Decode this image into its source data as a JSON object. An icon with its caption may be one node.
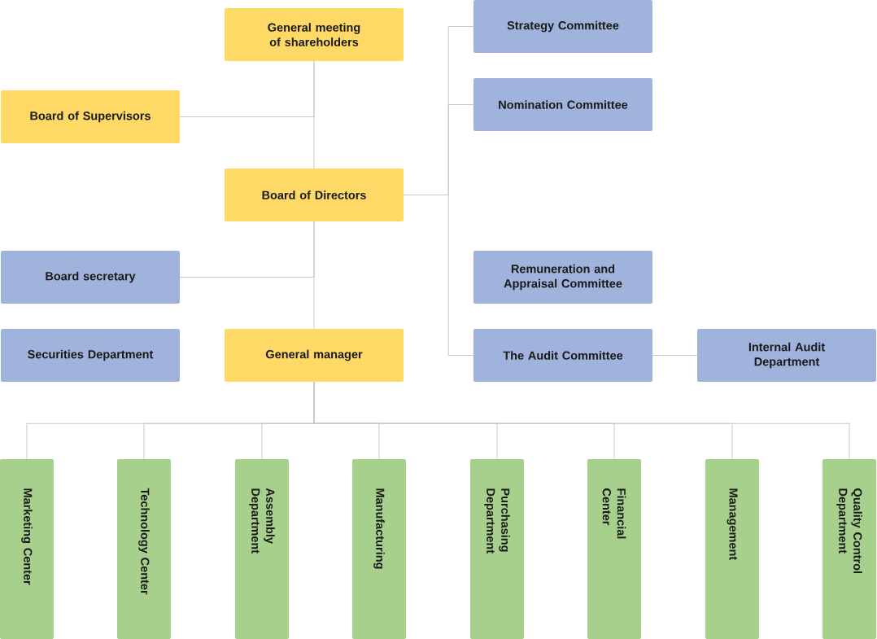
{
  "diagram": {
    "nodes": [
      {
        "text": [
          "General meeting of shareholders"
        ]
      },
      {
        "text": [
          "Board of Supervisors"
        ]
      },
      {
        "text": [
          "Board of Directors"
        ]
      },
      {
        "text": [
          "Board secretary"
        ]
      },
      {
        "text": [
          "Securities Department"
        ]
      },
      {
        "text": [
          "General manager"
        ]
      },
      {
        "text": [
          "Strategy Committee"
        ]
      },
      {
        "text": [
          "Nomination Committee"
        ]
      },
      {
        "text": [
          "Remuneration and Appraisal Committee"
        ]
      },
      {
        "text": [
          "The Audit Committee"
        ]
      },
      {
        "text": [
          "Internal Audit Department"
        ]
      },
      {
        "text": [
          "Marketing Center"
        ]
      },
      {
        "text": [
          "Technology Center"
        ]
      },
      {
        "text": [
          "Assembly Department"
        ]
      },
      {
        "text": [
          "Manufacturing"
        ]
      },
      {
        "text": [
          "Purchasing Department"
        ]
      },
      {
        "text": [
          "Financial Center"
        ]
      },
      {
        "text": [
          "Management"
        ]
      },
      {
        "text": [
          "Quality Control Department"
        ]
      }
    ],
    "edges": [
      {
        "from": 0,
        "to": 2,
        "arrow": "none"
      },
      {
        "from": 0,
        "to": 1,
        "arrow": "none"
      },
      {
        "from": 2,
        "to": 5,
        "arrow": "none"
      },
      {
        "from": 2,
        "to": 3,
        "arrow": "none"
      },
      {
        "from": 2,
        "to": 6,
        "arrow": "none"
      },
      {
        "from": 2,
        "to": 7,
        "arrow": "none"
      },
      {
        "from": 2,
        "to": 9,
        "arrow": "none"
      },
      {
        "from": 9,
        "to": 10,
        "arrow": "none"
      },
      {
        "from": 5,
        "to": 11,
        "arrow": "none"
      },
      {
        "from": 5,
        "to": 12,
        "arrow": "none"
      },
      {
        "from": 5,
        "to": 13,
        "arrow": "none"
      },
      {
        "from": 5,
        "to": 14,
        "arrow": "none"
      },
      {
        "from": 5,
        "to": 15,
        "arrow": "none"
      },
      {
        "from": 5,
        "to": 16,
        "arrow": "none"
      },
      {
        "from": 5,
        "to": 17,
        "arrow": "none"
      },
      {
        "from": 5,
        "to": 18,
        "arrow": "none"
      }
    ]
  }
}
